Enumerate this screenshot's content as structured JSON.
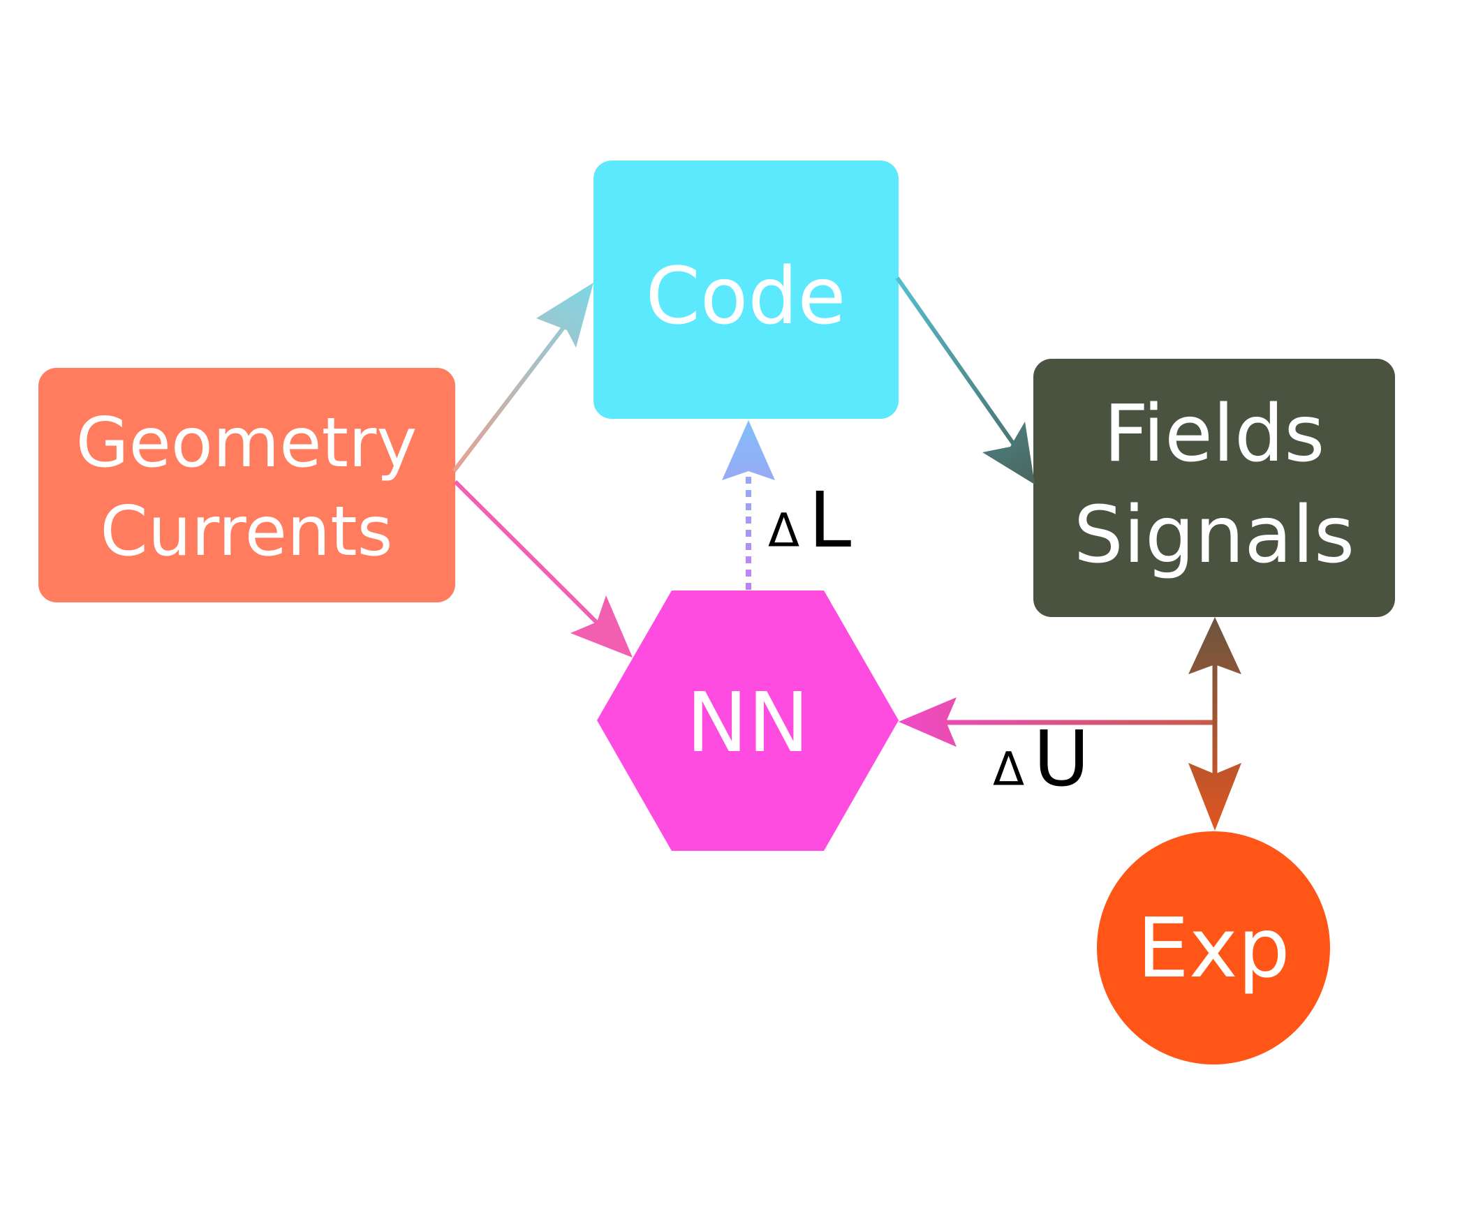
{
  "diagram": {
    "nodes": {
      "geometry": {
        "line1": "Geometry",
        "line2": "Currents",
        "color": "#FF7D5E"
      },
      "code": {
        "label": "Code",
        "color": "#5DE9FD"
      },
      "fields": {
        "line1": "Fields",
        "line2": "Signals",
        "color": "#4A5240"
      },
      "nn": {
        "label": "NN",
        "color": "#FE4CE0"
      },
      "exp": {
        "label": "Exp",
        "color": "#FF5517"
      }
    },
    "edge_labels": {
      "delta_l": {
        "symbol": "Δ",
        "letter": "L"
      },
      "delta_u": {
        "symbol": "Δ",
        "letter": "U"
      }
    },
    "colors": {
      "edge_geometry_code_start": "#E8A090",
      "edge_geometry_code_end": "#7DD6E6",
      "edge_geometry_nn": "#F25FB0",
      "edge_code_fields_start": "#55C0D0",
      "edge_code_fields_end": "#4A6660",
      "edge_nn_code_start": "#C080F0",
      "edge_nn_code_end": "#80C0F8",
      "edge_exp_nn_start": "#F04AC8",
      "edge_exp_nn_end": "#C85A48",
      "edge_fields_exp_start": "#6A5540",
      "edge_fields_exp_end": "#E05520"
    }
  }
}
